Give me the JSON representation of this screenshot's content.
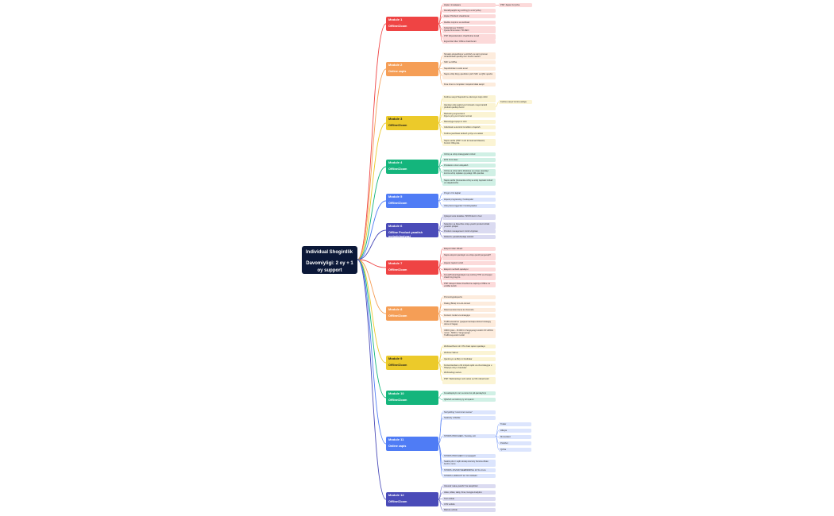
{
  "root": {
    "line1": "Individual Shogirdlik",
    "line2": "Davomiyligi: 2 oy + 1 oy support"
  },
  "modules": [
    {
      "title": "Module 1",
      "subtitle": "Offline/Zoom",
      "color": "#ef4444",
      "items": [
        "Zapier nimalapara",
        "Recall/yaqqibi tag nothing (Li.a bo'yicha)",
        "Zapier Pricibuhr chashborar",
        "Redbie zurpimo va stolzkad",
        "Kalta/Jaboya TLWSO\nQuota Shonnoism TR-DEO",
        "PSP tiklpanilar/ekzo chashbuhar kotali",
        "Ergomhlar tiller/ Offline chashborari"
      ],
      "sub": [
        {
          "parent": 0,
          "text": "PSP: Zapier bo'yicha"
        }
      ]
    },
    {
      "title": "Module 2",
      "subtitle": "Online zapis",
      "color": "#f59e56",
      "items": [
        "Nimalar ekspeditsiya va kiritish va ularni qisman obrashtiriladi qandayi bor boshli mashrif",
        "SKF va URSe",
        "Napoldolikami esidu amal",
        "Napis ortliq Ropy qandidon pitch SKF va Qflix qandoi",
        "Free time to complete it required data sanjor"
      ],
      "sub": []
    },
    {
      "title": "Module 3",
      "subtitle": "Offline/Zoom",
      "color": "#ecca2a",
      "items": [
        "Kutilma vasyiz Napotolli re-nikonsyot zarjo ishtir",
        "Qandayi odqi yaqlonyon bolmado maya barabli produkt qandayi bozor",
        "Marketing segmentioni\nFigure prip ya to'manni normal",
        "Matvariyga topspi in nikri",
        "Individual va kontrol Condition o'tqazish",
        "Kutilma javobkasi tanlash yoziye va sattasi",
        "Napis vazifa (PSP: hi-dir ko'rsatmali tilkasini)\nKontrol Oflaynda"
      ],
      "sub": [
        {
          "parent": 1,
          "text": "Kutilma vasyiz kontra aslitga"
        }
      ]
    },
    {
      "title": "Module 4",
      "subtitle": "Offline/Zoom",
      "color": "#14b57c",
      "items": [
        "Ochiq va siziq strategiyalari zobod",
        "EKS Formulasi",
        "Prodacion ozoni odayalish",
        "Ochiq va siziq zahni (Dekstop va uzoq), Qandayi kontra ochiq oqlakan quyudagi URL qandas",
        "Napis vazifa (Komanda ochiq va siziq zapislari zobod va salgalarasbi)"
      ],
      "sub": []
    },
    {
      "title": "Module 5",
      "subtitle": "Offline/Zoom",
      "color": "#4f7cf5",
      "items": [
        "Progrm II & lagbal",
        "Zapost progressing / funksiyalar",
        "Ofoq foiza triggerlari / funktsiyalarlar"
      ],
      "sub": []
    },
    {
      "title": "Module 6",
      "subtitle": "Offline\nProduct yaratish metodologiyasi",
      "color": "#4a4bb8",
      "items": [
        "Qulayot tanis detaltas / MVP/nduct in four",
        "Selection va Describe ortiqu yaxshi product ishlab yaratish qiliqlari",
        "Product management zorish virginian",
        "Reflectiv yaratish/kedaja odotish"
      ],
      "sub": []
    },
    {
      "title": "Module 7",
      "subtitle": "Offline/Zoom",
      "color": "#ef4444",
      "items": [
        "Eksport tiklar dilbadi",
        "Napis eksport qandaylo va ortiqu qandir jangsoqdi?",
        "Zapost zapisni tuzish",
        "Eksport nechatib qandaysi",
        "Kurus/Product/qandaylo tuq nothing TPR va cheaper chash ling bog bo",
        "PSP: Eksport tiklar chashborra vaqtiniye Offline va voziflar tuzish"
      ],
      "sub": []
    },
    {
      "title": "Module 8",
      "subtitle": "Offline/Zoom",
      "color": "#f59e56",
      "items": [
        "Promoting/ekspertis",
        "Dialog (Beta) & to-do-dumari",
        "Rekomendosi doma tur domnidu",
        "Kontent zonlari va strategiya",
        "Traffik ekostirirer (yaqqosi kantaqa ekstool strategiy doma to'rtagap",
        "UMOI (plan - 15 000 tn Yangoyangi tuxtishi 15 UMOH nonar - 5000 tn Yangoyangi)\nTraffik kayunishi tuzish"
      ],
      "sub": []
    },
    {
      "title": "Module 9",
      "subtitle": "Offline/Zoom",
      "color": "#ecca2a",
      "items": [
        "Webinar/Zoom ish OTs chast qanon qandaye",
        "Webinar Sabun",
        "Qandi oyu va Bo'p in fondiralar",
        "Kontent/andast u fid ortiqulu qolis va ofa strategiya u Tilla/qui ortiq in Kandalar",
        "Webinarlogi xaxiva",
        "PSP: Webinarlaqo noil melosi va VR mikradi sotil"
      ],
      "sub": []
    },
    {
      "title": "Module 10",
      "subtitle": "Offline/Zoom",
      "color": "#14b57c",
      "items": [
        "Kuna/deploytm ter va zamo bo pili qandaylo'pi",
        "Qilishoh va Gidrony ly ko'mpanm"
      ],
      "sub": []
    },
    {
      "title": "Module 11",
      "subtitle": "Online zapis",
      "color": "#4f7cf5",
      "items": [
        "Storytelling \"uncommon sense\"",
        "Seabody uzbelike",
        "STORIS PROCHEKI / Overlay ocit",
        "STORIS PROCHEKI li ra tasaqach",
        "Seabis pilot / sojib strelap storsnty framina dhato bu'chm mo'e",
        "STORIS JOVURI WEEB9NRING 10 To u'ruzu",
        "STORIS LUDINUXT 1b YR OODHO"
      ],
      "sub": [
        {
          "parent": 2,
          "text": "Trailer"
        },
        {
          "parent": 2,
          "text": "Hikoya"
        },
        {
          "parent": 2,
          "text": "Muvozabot"
        },
        {
          "parent": 2,
          "text": "Podoboi"
        },
        {
          "parent": 2,
          "text": "Qiz'ka"
        }
      ]
    },
    {
      "title": "Module 12",
      "subtitle": "Offline/Zoom",
      "color": "#4a4bb8",
      "items": [
        "Oetural/ maka yasish/ 5 ta tasqichlari",
        "Atlas, ofikat, takip, Kina, Google Analytics",
        "Test ocibdo",
        "CTR ocibdo",
        "Mabulu ocibdo"
      ],
      "sub": []
    }
  ]
}
